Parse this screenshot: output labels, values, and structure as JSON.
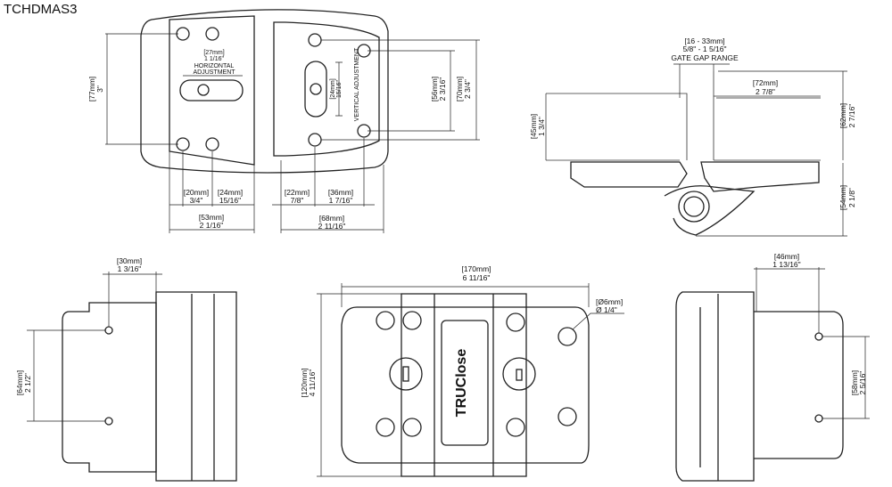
{
  "title": "TCHDMAS3",
  "top_view": {
    "height_mm": "[77mm]",
    "height_in": "3\"",
    "horiz_mm": "[27mm]",
    "horiz_in": "1 1/16\"",
    "horiz_label1": "HORIZONTAL",
    "horiz_label2": "ADJUSTMENT",
    "vert_mm": "[24mm]",
    "vert_in": "15/16\"",
    "vert_label": "VERTICAL ADJUSTMENT",
    "h56_mm": "[56mm]",
    "h56_in": "2 3/16\"",
    "h70_mm": "[70mm]",
    "h70_in": "2 3/4\"",
    "w20_mm": "[20mm]",
    "w20_in": "3/4\"",
    "w24_mm": "[24mm]",
    "w24_in": "15/16\"",
    "w53_mm": "[53mm]",
    "w53_in": "2 1/16\"",
    "w22_mm": "[22mm]",
    "w22_in": "7/8\"",
    "w36_mm": "[36mm]",
    "w36_in": "1 7/16\"",
    "w68_mm": "[68mm]",
    "w68_in": "2 11/16\""
  },
  "side_view": {
    "gap_mm": "[16 - 33mm]",
    "gap_in": "5/8\" - 1 5/16\"",
    "gap_label": "GATE GAP RANGE",
    "w72_mm": "[72mm]",
    "w72_in": "2 7/8\"",
    "h45_mm": "[45mm]",
    "h45_in": "1 3/4\"",
    "h62_mm": "[62mm]",
    "h62_in": "2 7/16\"",
    "h54_mm": "[54mm]",
    "h54_in": "2 1/8\""
  },
  "left_view": {
    "w30_mm": "[30mm]",
    "w30_in": "1 3/16\"",
    "h64_mm": "[64mm]",
    "h64_in": "2 1/2\""
  },
  "front_view": {
    "w170_mm": "[170mm]",
    "w170_in": "6 11/16\"",
    "h120_mm": "[120mm]",
    "h120_in": "4 11/16\"",
    "hole_mm": "[Ø6mm]",
    "hole_in": "Ø 1/4\"",
    "logo": "TRUClose"
  },
  "right_view": {
    "w46_mm": "[46mm]",
    "w46_in": "1 13/16\"",
    "h58_mm": "[58mm]",
    "h58_in": "2 5/16\""
  }
}
